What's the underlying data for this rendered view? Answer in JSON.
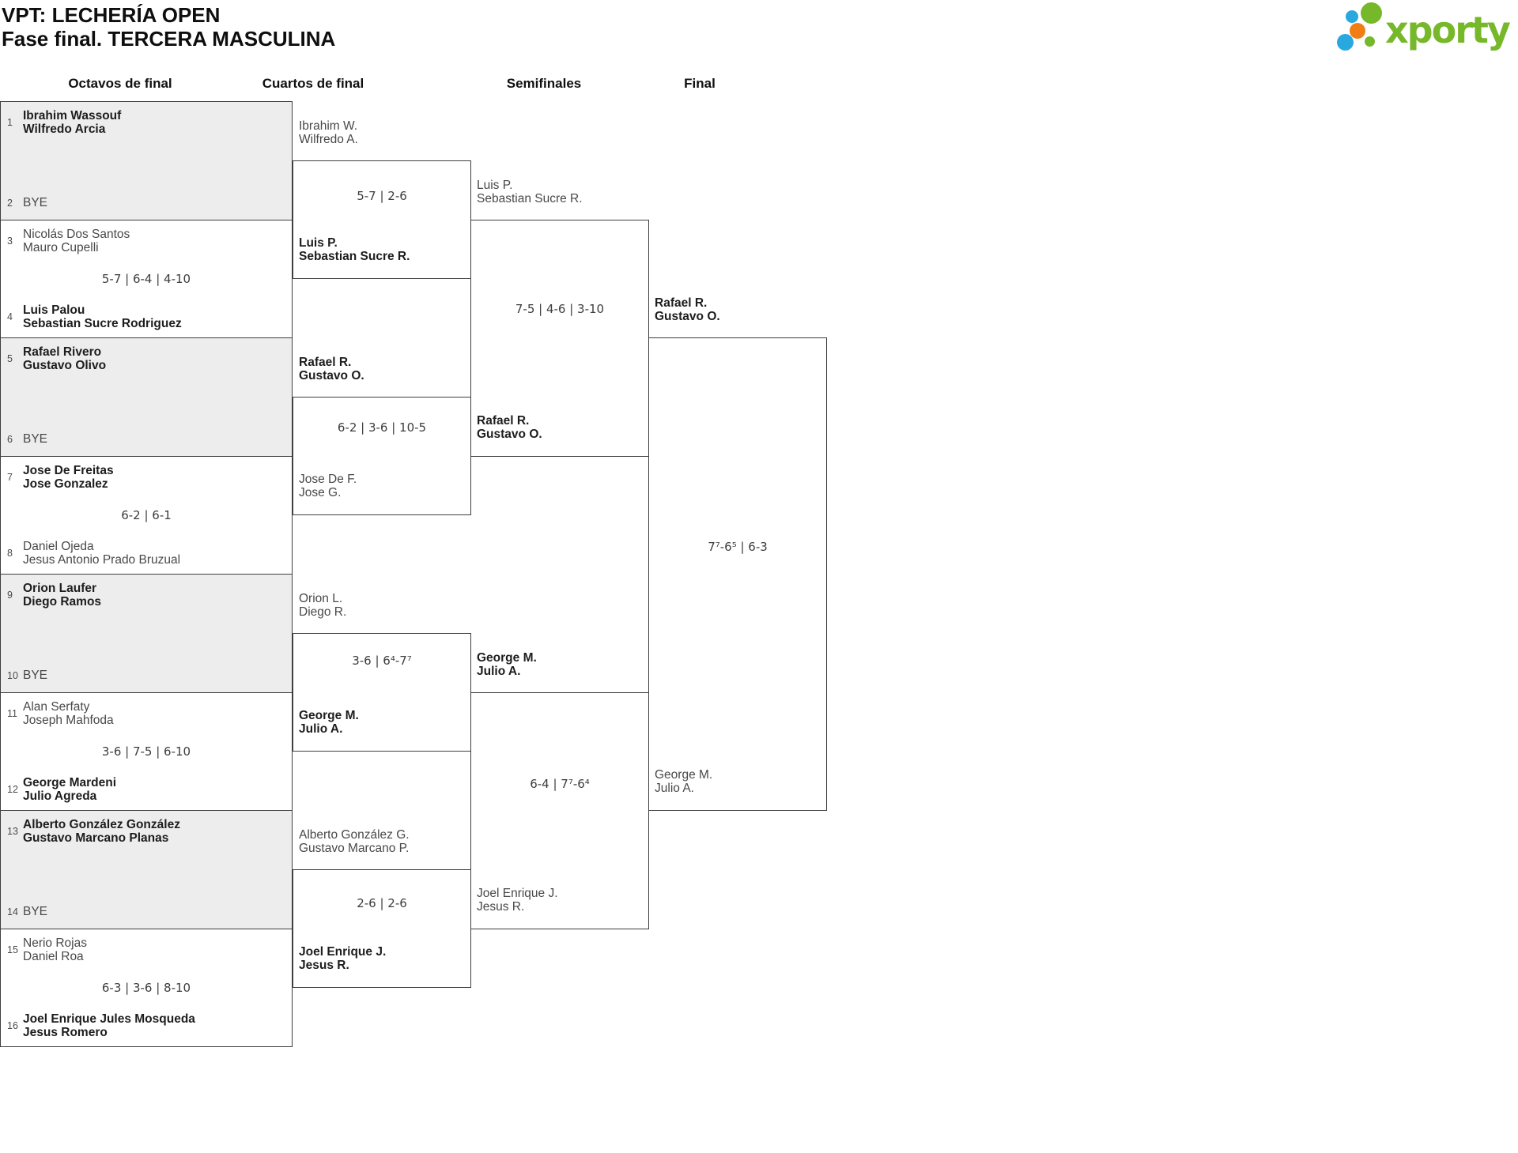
{
  "title": {
    "line1": "VPT: LECHERÍA OPEN",
    "line2": "Fase final. TERCERA MASCULINA"
  },
  "logo": {
    "brand": "xporty"
  },
  "colors": {
    "brand_green": "#76B82A",
    "brand_blue": "#29A8E0",
    "brand_orange": "#F07E14",
    "bye_match_background": "#EDEDED",
    "border": "#3E3E3E"
  },
  "round_headers": [
    {
      "label": "Octavos de final"
    },
    {
      "label": "Cuartos de final"
    },
    {
      "label": "Semifinales"
    },
    {
      "label": "Final"
    }
  ],
  "octavos": [
    {
      "seed_top": "1",
      "top1": "Ibrahim Wassouf",
      "top2": "Wilfredo Arcia",
      "seed_bottom": "2",
      "bottom1": "BYE"
    },
    {
      "seed_top": "3",
      "top1": "Nicolás Dos Santos",
      "top2": "Mauro Cupelli",
      "score": "5-7 | 6-4 | 4-10",
      "seed_bottom": "4",
      "bottom1": "Luis Palou",
      "bottom2": "Sebastian Sucre Rodriguez"
    },
    {
      "seed_top": "5",
      "top1": "Rafael Rivero",
      "top2": "Gustavo Olivo",
      "seed_bottom": "6",
      "bottom1": "BYE"
    },
    {
      "seed_top": "7",
      "top1": "Jose De Freitas",
      "top2": "Jose Gonzalez",
      "score": "6-2 | 6-1",
      "seed_bottom": "8",
      "bottom1": "Daniel Ojeda",
      "bottom2": "Jesus Antonio Prado Bruzual"
    },
    {
      "seed_top": "9",
      "top1": "Orion Laufer",
      "top2": "Diego Ramos",
      "seed_bottom": "10",
      "bottom1": "BYE"
    },
    {
      "seed_top": "11",
      "top1": "Alan Serfaty",
      "top2": "Joseph Mahfoda",
      "score": "3-6 | 7-5 | 6-10",
      "seed_bottom": "12",
      "bottom1": "George Mardeni",
      "bottom2": "Julio Agreda"
    },
    {
      "seed_top": "13",
      "top1": "Alberto González González",
      "top2": "Gustavo Marcano Planas",
      "seed_bottom": "14",
      "bottom1": "BYE"
    },
    {
      "seed_top": "15",
      "top1": "Nerio Rojas",
      "top2": "Daniel Roa",
      "score": "6-3 | 3-6 | 8-10",
      "seed_bottom": "16",
      "bottom1": "Joel Enrique Jules Mosqueda",
      "bottom2": "Jesus Romero"
    }
  ],
  "cuartos": [
    {
      "top1": "Ibrahim W.",
      "top2": "Wilfredo A.",
      "score": "5-7 | 2-6",
      "bottom1": "Luis P.",
      "bottom2": "Sebastian Sucre R."
    },
    {
      "top1": "Rafael R.",
      "top2": "Gustavo O.",
      "score": "6-2 | 3-6 | 10-5",
      "bottom1": "Jose De F.",
      "bottom2": "Jose G."
    },
    {
      "top1": "Orion L.",
      "top2": "Diego R.",
      "score": "3-6 | 6⁴-7⁷",
      "bottom1": "George M.",
      "bottom2": "Julio A."
    },
    {
      "top1": "Alberto González G.",
      "top2": "Gustavo Marcano P.",
      "score": "2-6 | 2-6",
      "bottom1": "Joel Enrique J.",
      "bottom2": "Jesus R."
    }
  ],
  "semis": [
    {
      "top1": "Luis P.",
      "top2": "Sebastian Sucre R.",
      "score": "7-5 | 4-6 | 3-10",
      "bottom1": "Rafael R.",
      "bottom2": "Gustavo O."
    },
    {
      "top1": "George M.",
      "top2": "Julio A.",
      "score": "6-4 | 7⁷-6⁴",
      "bottom1": "Joel Enrique J.",
      "bottom2": "Jesus R."
    }
  ],
  "final": {
    "top1": "Rafael R.",
    "top2": "Gustavo O.",
    "score": "7⁷-6⁵ | 6-3",
    "bottom1": "George M.",
    "bottom2": "Julio A."
  }
}
